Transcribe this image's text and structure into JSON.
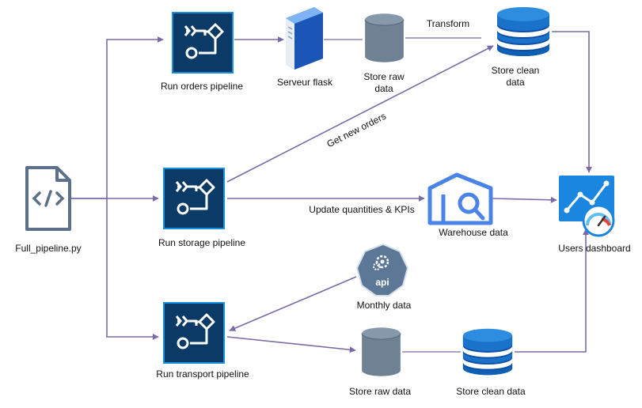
{
  "colors": {
    "edge": "#7a6aa8",
    "pipeline_bg": "#0b3a66",
    "pipeline_border": "#1a8fd9",
    "db_gray": "#6e8294",
    "db_blue": "#1a73c9",
    "warehouse": "#4a84e8",
    "dashboard": "#1b86e0",
    "api_badge": "#5d7896"
  },
  "nodes": {
    "script": {
      "label": "Full_pipeline.py",
      "icon": "code-file-icon"
    },
    "orders_pipeline": {
      "label": "Run orders pipeline",
      "icon": "pipeline-icon"
    },
    "storage_pipeline": {
      "label": "Run storage pipeline",
      "icon": "pipeline-icon"
    },
    "transport_pipeline": {
      "label": "Run transport pipeline",
      "icon": "pipeline-icon"
    },
    "flask_server": {
      "label": "Serveur flask",
      "icon": "server-icon"
    },
    "orders_raw": {
      "label_line1": "Store raw",
      "label_line2": "data",
      "icon": "database-icon"
    },
    "orders_clean": {
      "label_line1": "Store clean",
      "label_line2": "data",
      "icon": "database-icon"
    },
    "warehouse": {
      "label": "Warehouse data",
      "icon": "warehouse-icon"
    },
    "dashboard": {
      "label": "Users dashboard",
      "icon": "dashboard-icon"
    },
    "api": {
      "label": "Monthly data",
      "badge": "api",
      "icon": "api-icon"
    },
    "transport_raw": {
      "label": "Store raw data",
      "icon": "database-icon"
    },
    "transport_clean": {
      "label": "Store clean data",
      "icon": "database-icon"
    }
  },
  "edges": {
    "transform": "Transform",
    "get_orders": "Get new orders",
    "update_kpis": "Update quantities & KPIs"
  }
}
